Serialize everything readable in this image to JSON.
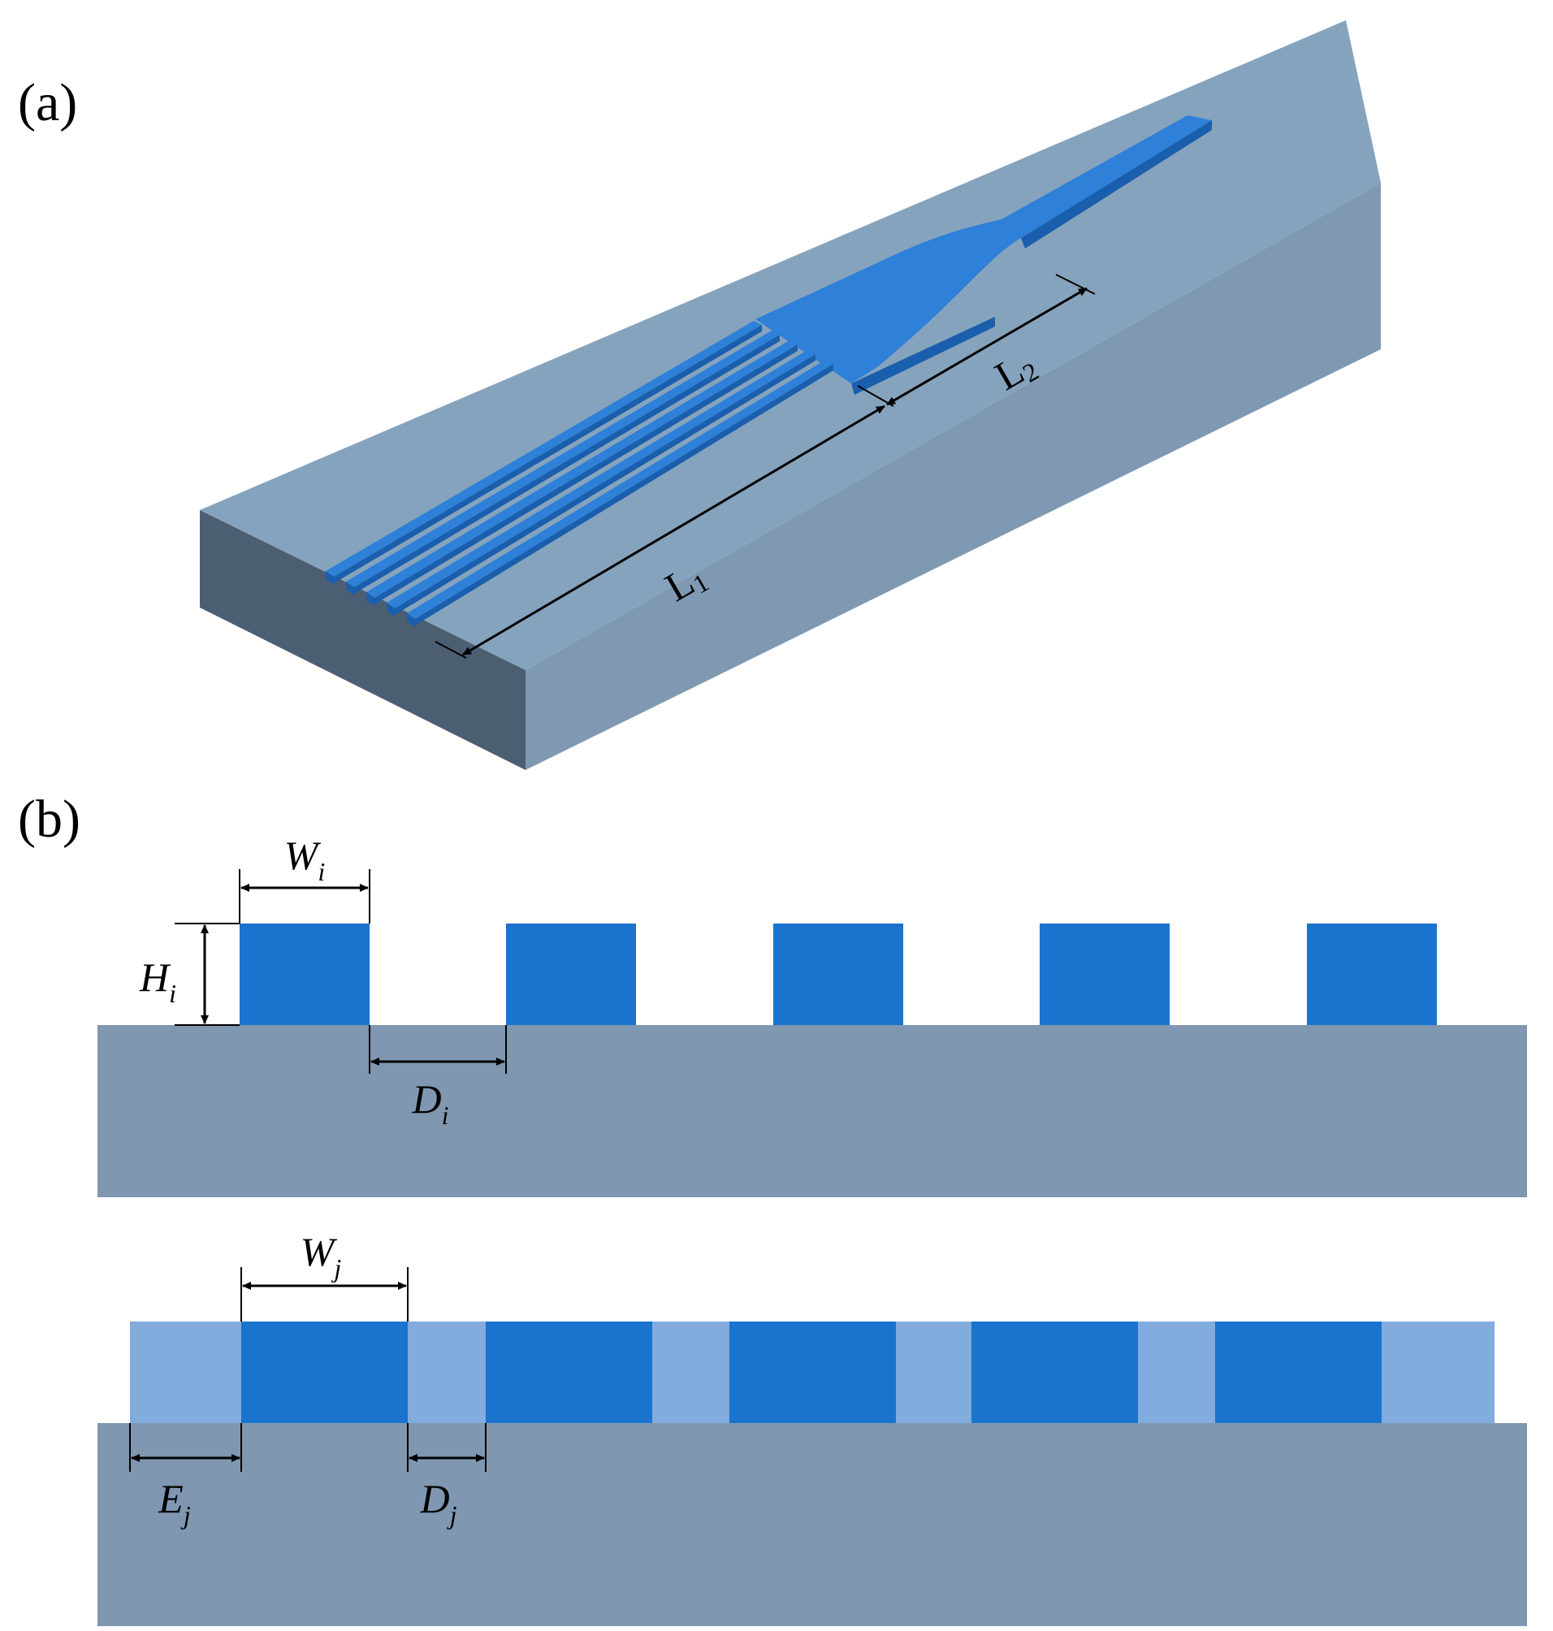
{
  "panel_a": {
    "label": "(a)",
    "dimensions": {
      "L1": {
        "main": "L",
        "sub": "1"
      },
      "L2": {
        "main": "L",
        "sub": "2"
      }
    },
    "colors": {
      "substrate_top": "#86A3BD",
      "substrate_front": "#4C5F72",
      "substrate_right": "#7F99B2",
      "waveguide_top": "#2E80D8",
      "waveguide_side": "#1A5FAD"
    }
  },
  "panel_b": {
    "label": "(b)",
    "top_cross_section": {
      "W": {
        "main": "W",
        "sub": "i"
      },
      "H": {
        "main": "H",
        "sub": "i"
      },
      "D": {
        "main": "D",
        "sub": "i"
      }
    },
    "bottom_cross_section": {
      "W": {
        "main": "W",
        "sub": "j"
      },
      "E": {
        "main": "E",
        "sub": "j"
      },
      "D": {
        "main": "D",
        "sub": "j"
      }
    },
    "colors": {
      "substrate": "#7F97B1",
      "core": "#1A73CC",
      "cladding": "#82ABDE"
    }
  }
}
